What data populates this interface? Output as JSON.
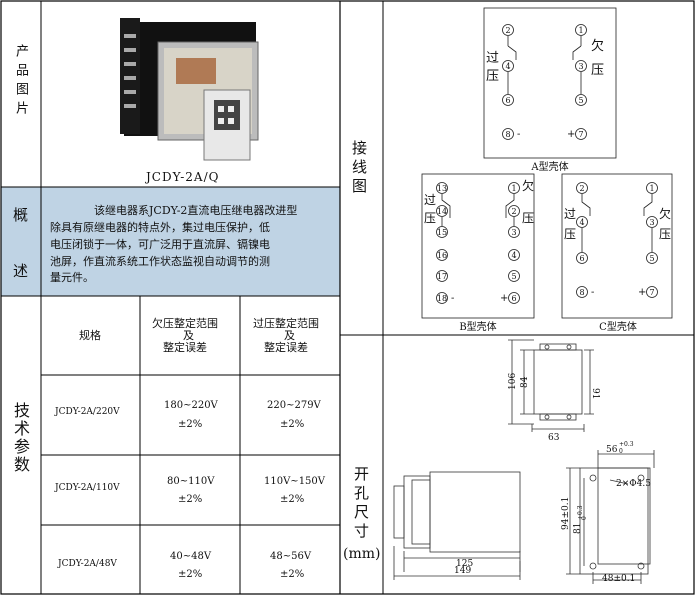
{
  "labels": {
    "product_image": "产品图片",
    "overview_1": "概",
    "overview_2": "述",
    "tech_params": "技术参数",
    "wiring": "接线图",
    "cutout": "开孔尺寸",
    "cutout_unit": "(mm)"
  },
  "product": {
    "model": "JCDY-2A/Q"
  },
  "overview": {
    "text_lines": [
      "该继电器系JCDY-2直流电压继电器改进型",
      "除具有原继电器的特点外，集过电压保护，低",
      "电压闭锁于一体，可广泛用于直流屏、镉镍电",
      "池屏，作直流系统工作状态监视自动调节的测",
      "量元件。"
    ]
  },
  "params": {
    "headers": {
      "spec": "规格",
      "under_voltage": [
        "欠压整定范围",
        "及",
        "整定误差"
      ],
      "over_voltage": [
        "过压整定范围",
        "及",
        "整定误差"
      ]
    },
    "rows": [
      {
        "model": "JCDY-2A/220V",
        "under_range": "180~220V",
        "under_err": "±2%",
        "over_range": "220~279V",
        "over_err": "±2%"
      },
      {
        "model": "JCDY-2A/110V",
        "under_range": "80~110V",
        "under_err": "±2%",
        "over_range": "110V~150V",
        "over_err": "±2%"
      },
      {
        "model": "JCDY-2A/48V",
        "under_range": "40~48V",
        "under_err": "±2%",
        "over_range": "48~56V",
        "over_err": "±2%"
      }
    ]
  },
  "wiring": {
    "over_label": [
      "过",
      "压"
    ],
    "under_label": [
      "欠",
      "压"
    ],
    "shell_a": "A型壳体",
    "shell_b": "B型壳体",
    "shell_c": "C型壳体",
    "a_left_terminals": [
      "2",
      "4",
      "6"
    ],
    "a_right_terminals": [
      "1",
      "3",
      "5"
    ],
    "a_bottom": [
      "8",
      "-",
      "+",
      "7"
    ],
    "b_left_terminals": [
      "13",
      "14",
      "15",
      "16",
      "17",
      "18"
    ],
    "b_right_terminals": [
      "1",
      "2",
      "3",
      "4",
      "5",
      "6"
    ],
    "c_left_terminals": [
      "2",
      "4",
      "6",
      "8"
    ],
    "c_right_terminals": [
      "1",
      "3",
      "5",
      "7"
    ],
    "minus": "-",
    "plus": "+"
  },
  "dimensions": {
    "front_height_outer": "106",
    "front_height_inner": "84",
    "front_height_right": "91",
    "front_width": "63",
    "side_depth_a": "125",
    "side_depth_b": "149",
    "cut_width": "56",
    "cut_width_tol_top": "+0.3",
    "cut_width_tol_bottom": "0",
    "cut_height": "94±0.1",
    "cut_height_b": "81",
    "cut_height_b_tol_top": "+0.3",
    "cut_height_b_tol_bottom": "0",
    "hole_spec": "2×Φ4.5",
    "hole_spacing": "48±0.1"
  }
}
